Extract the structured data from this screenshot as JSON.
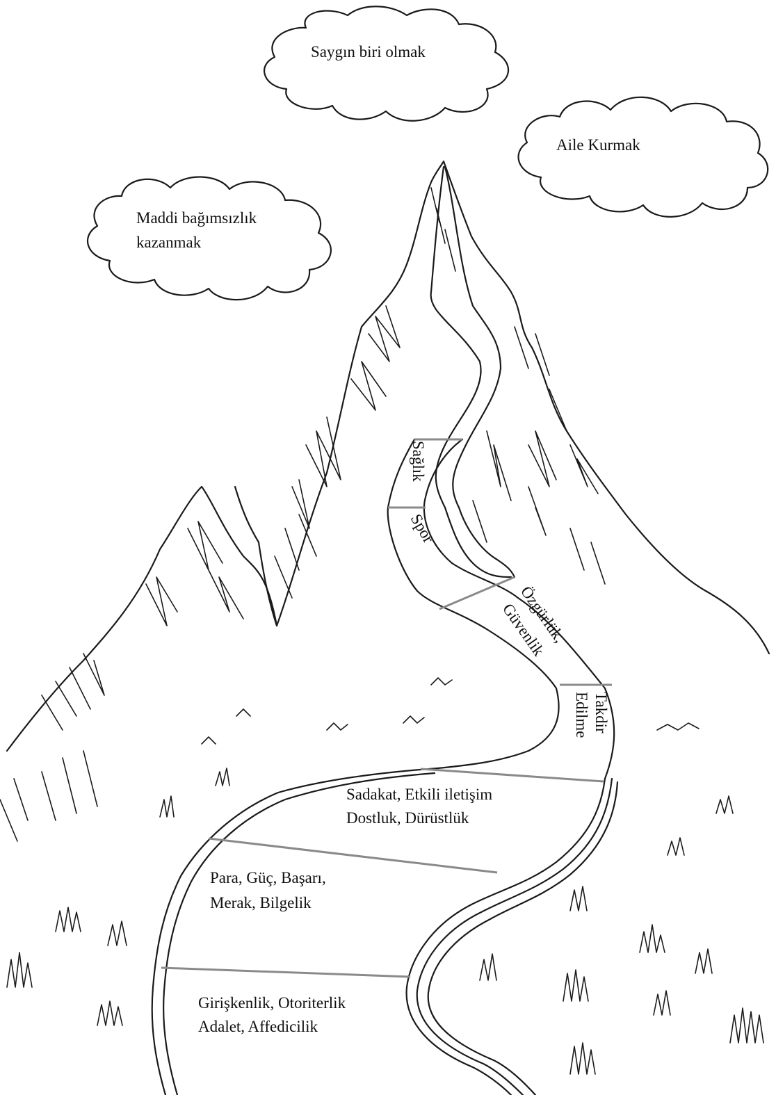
{
  "clouds": {
    "top": "Saygın biri olmak",
    "right": "Aile Kurmak",
    "left_line1": "Maddi bağımsızlık",
    "left_line2": "kazanmak"
  },
  "path_segments": {
    "saglik": "Sağlık",
    "spor": "Spor",
    "ozgurluk_line1": "Özgürlük,",
    "ozgurluk_line2": "Güvenlik",
    "takdir_line1": "Takdir",
    "takdir_line2": "Edilme",
    "sadakat_line1": "Sadakat, Etkili iletişim",
    "sadakat_line2": "Dostluk, Dürüstlük",
    "para_line1": "Para, Güç, Başarı,",
    "para_line2": "Merak, Bilgelik",
    "girisken_line1": "Girişkenlik, Otoriterlik",
    "girisken_line2": "Adalet, Affedicilik"
  }
}
